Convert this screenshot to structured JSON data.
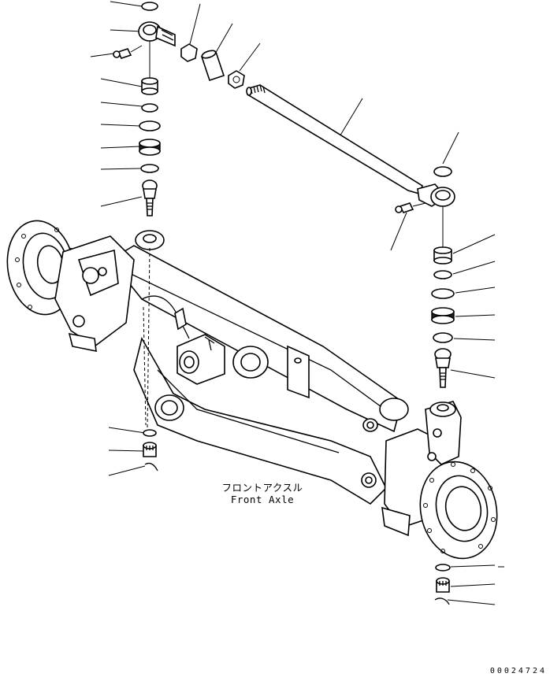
{
  "caption": {
    "japanese": "フロントアクスル",
    "english": "Front Axle"
  },
  "document_number": "00024724"
}
